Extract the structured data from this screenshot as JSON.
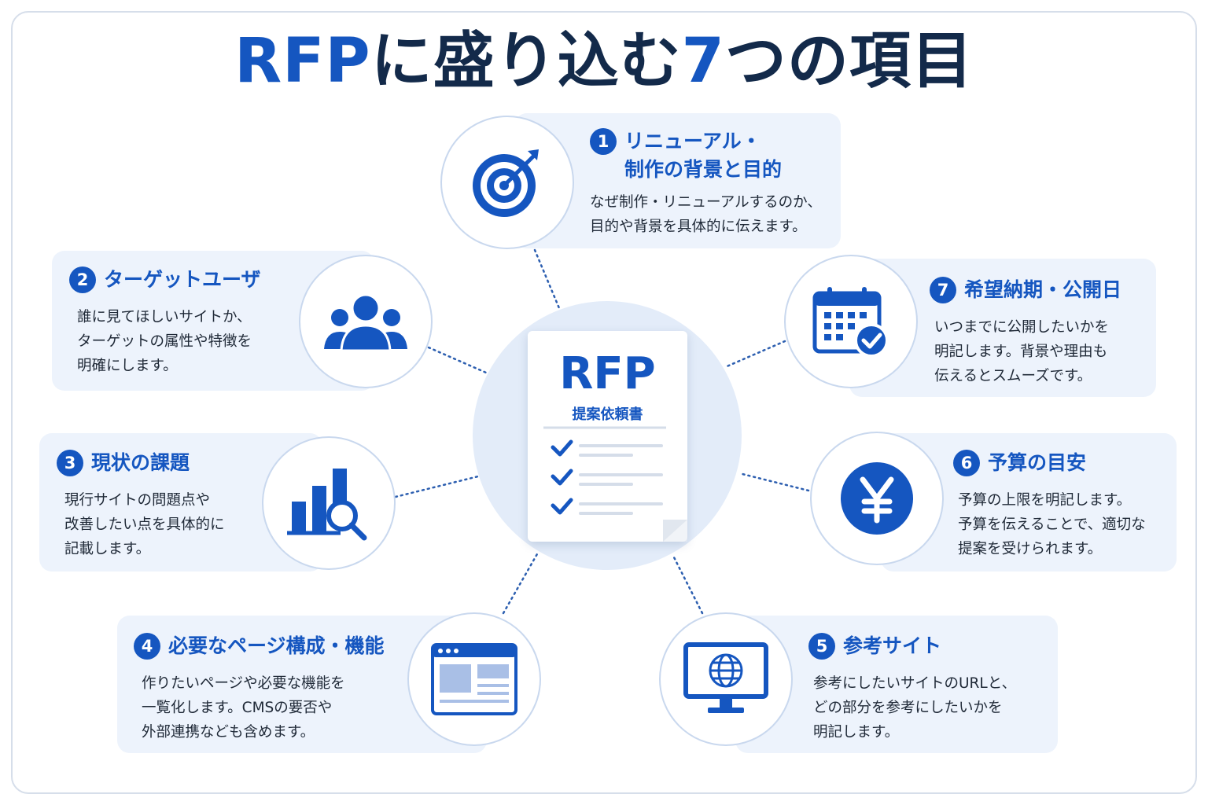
{
  "title": {
    "part1": "RFP",
    "part2": "に盛り込む",
    "part3": "7",
    "part4": "つの項目"
  },
  "center": {
    "title": "RFP",
    "subtitle": "提案依頼書"
  },
  "items": [
    {
      "num": "1",
      "head": "リニューアル・\n制作の背景と目的",
      "desc": "なぜ制作・リニューアルするのか、\n目的や背景を具体的に伝えます。",
      "icon": "target-icon"
    },
    {
      "num": "2",
      "head": "ターゲットユーザ",
      "desc": "誰に見てほしいサイトか、\nターゲットの属性や特徴を\n明確にします。",
      "icon": "users-icon"
    },
    {
      "num": "3",
      "head": "現状の課題",
      "desc": "現行サイトの問題点や\n改善したい点を具体的に\n記載します。",
      "icon": "chart-search-icon"
    },
    {
      "num": "4",
      "head": "必要なページ構成・機能",
      "desc": "作りたいページや必要な機能を\n一覧化します。CMSの要否や\n外部連携なども含めます。",
      "icon": "browser-window-icon"
    },
    {
      "num": "5",
      "head": "参考サイト",
      "desc": "参考にしたいサイトのURLと、\nどの部分を参考にしたいかを\n明記します。",
      "icon": "monitor-globe-icon"
    },
    {
      "num": "6",
      "head": "予算の目安",
      "desc": "予算の上限を明記します。\n予算を伝えることで、適切な\n提案を受けられます。",
      "icon": "yen-icon"
    },
    {
      "num": "7",
      "head": "希望納期・公開日",
      "desc": "いつまでに公開したいかを\n明記します。背景や理由も\n伝えるとスムーズです。",
      "icon": "calendar-check-icon"
    }
  ],
  "colors": {
    "accent": "#1556c0",
    "card_bg": "#edf3fc",
    "center_bg": "#e3ecf9",
    "title_dark": "#132a4a"
  }
}
